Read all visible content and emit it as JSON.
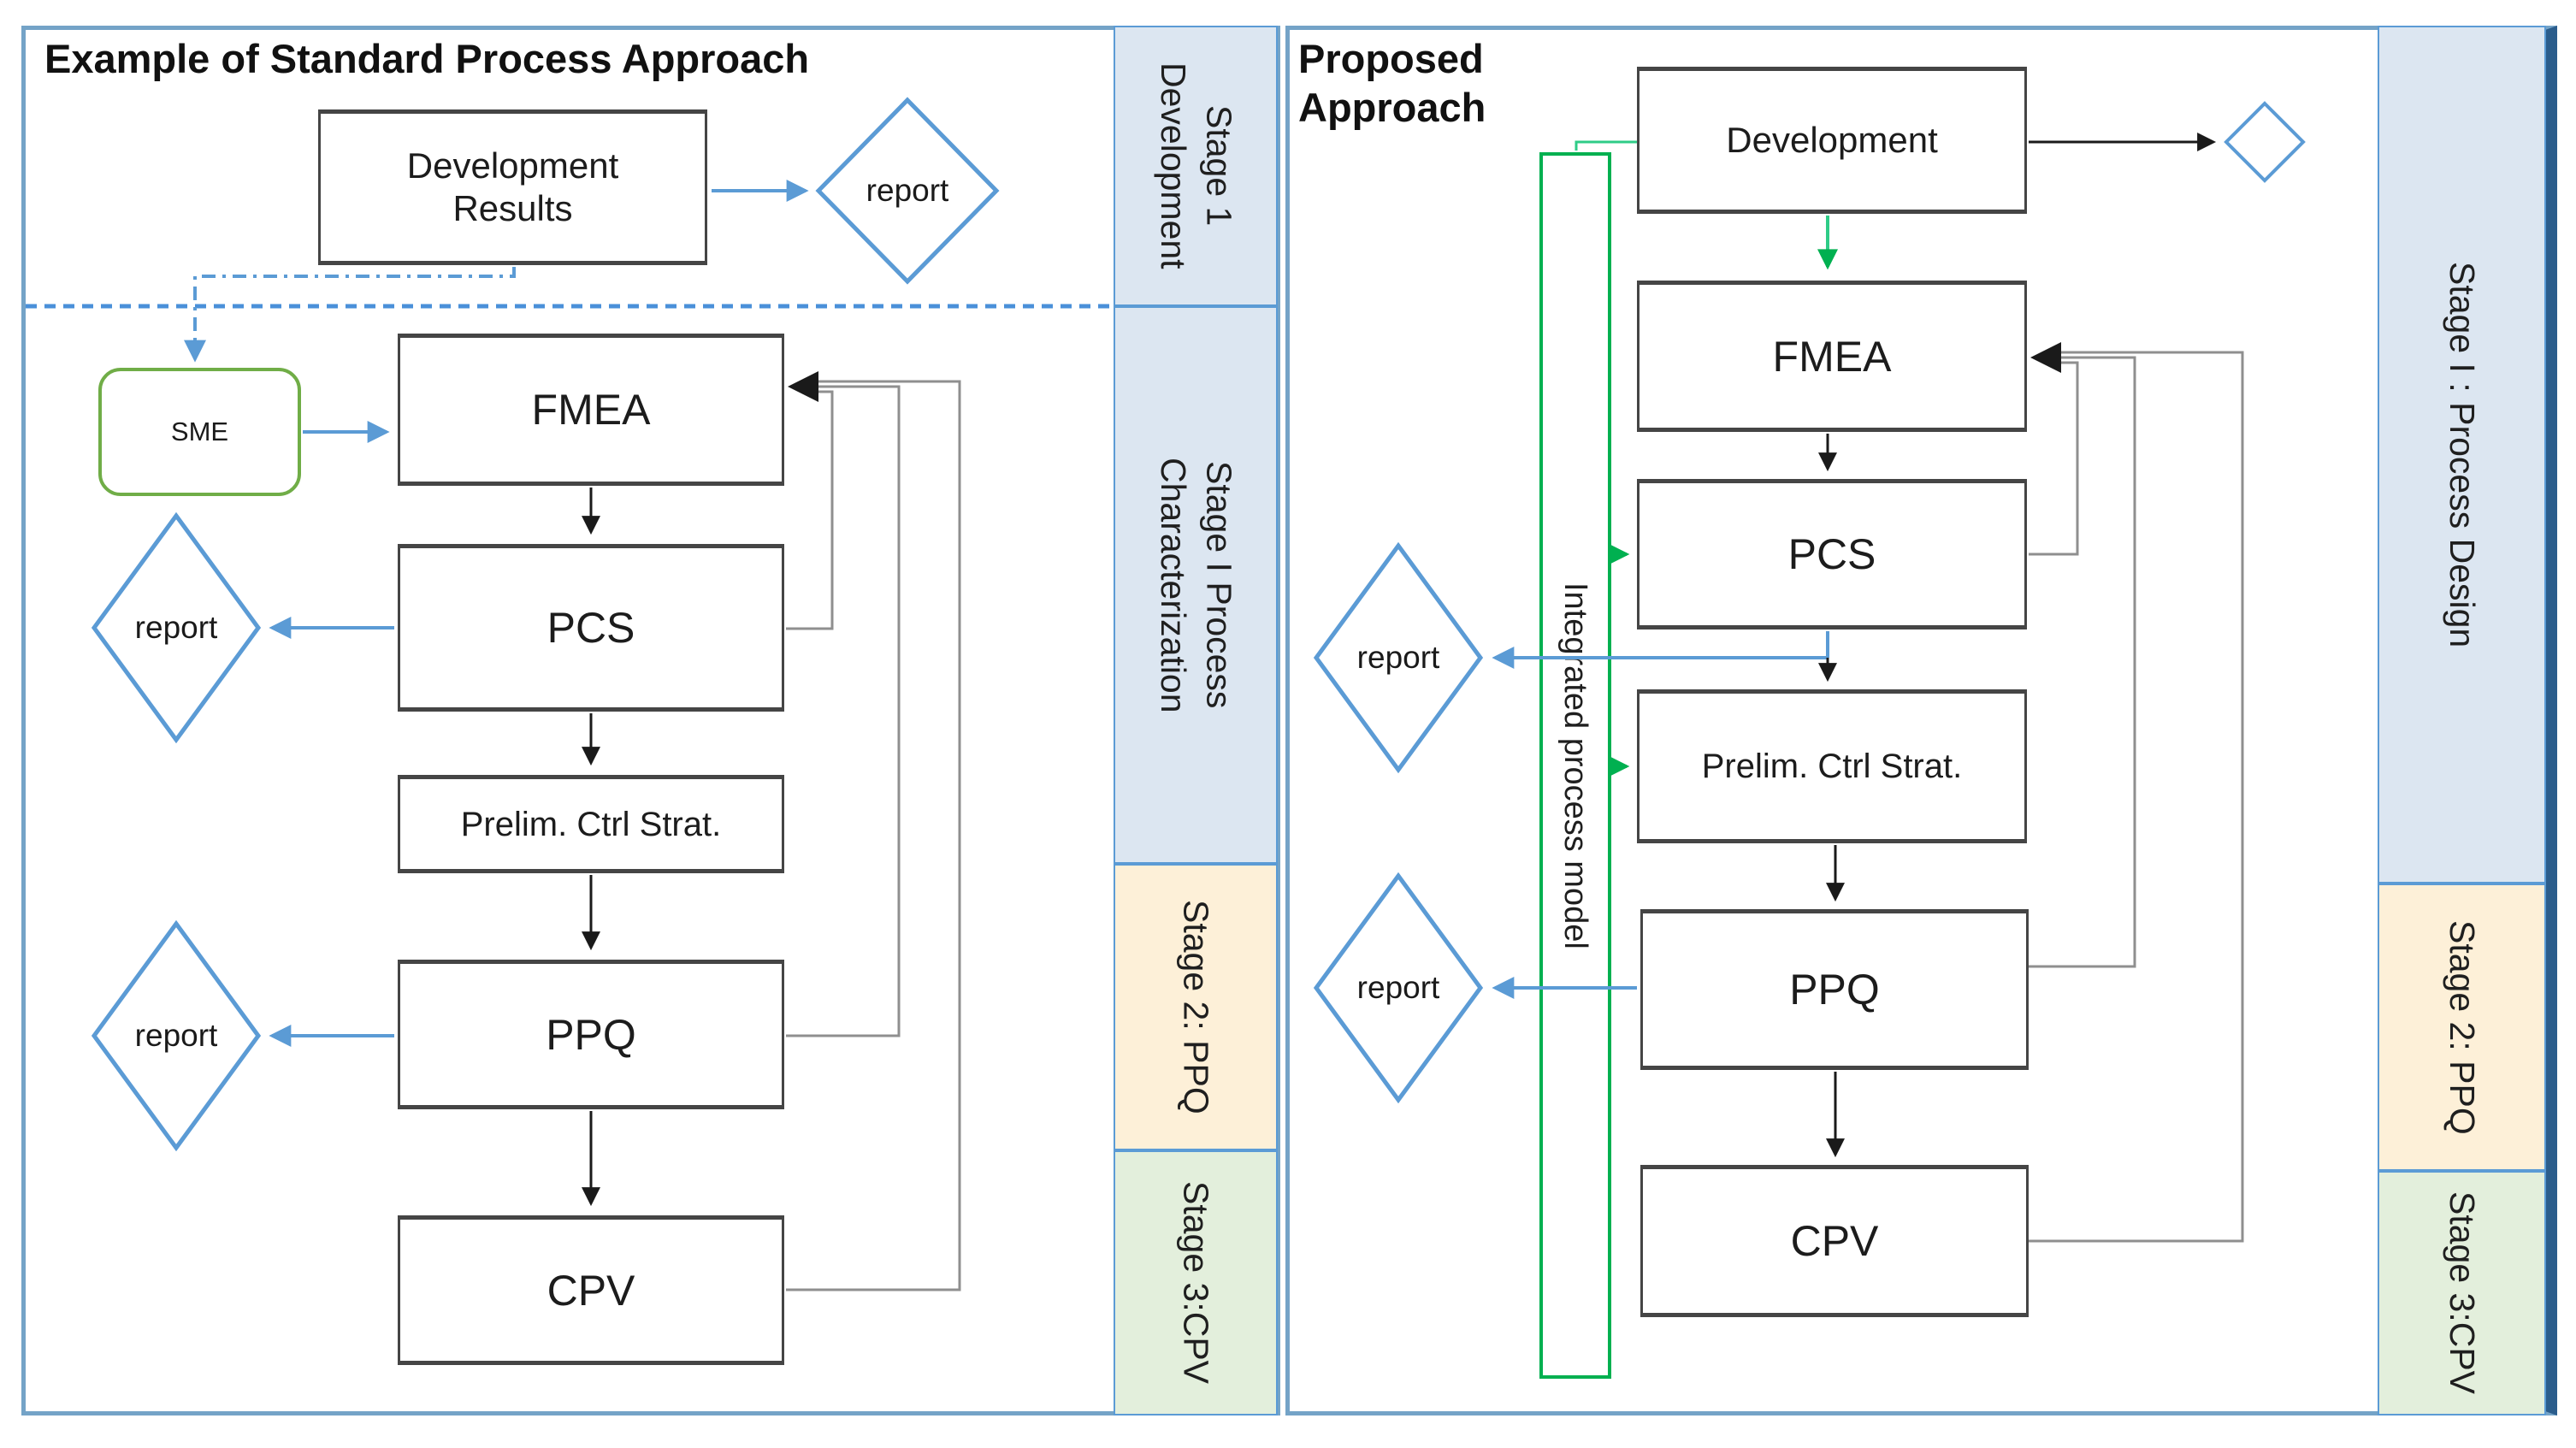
{
  "left_panel": {
    "title": "Example of Standard Process Approach",
    "nodes": {
      "development_results": "Development\nResults",
      "report_top": "report",
      "sme": "SME",
      "fmea": "FMEA",
      "report_pcs": "report",
      "pcs": "PCS",
      "prelim_ctrl_strat": "Prelim. Ctrl Strat.",
      "report_ppq": "report",
      "ppq": "PPQ",
      "cpv": "CPV"
    },
    "stages": [
      "Stage 1\nDevelopment",
      "Stage I Process\nCharacterization",
      "Stage 2: PPQ",
      "Stage 3:CPV"
    ]
  },
  "right_panel": {
    "title": "Proposed\nApproach",
    "nodes": {
      "development": "Development",
      "integrated_process_model": "Integrated process model",
      "fmea": "FMEA",
      "report_pcs": "report",
      "pcs": "PCS",
      "prelim_ctrl_strat": "Prelim. Ctrl Strat.",
      "report_ppq": "report",
      "ppq": "PPQ",
      "cpv": "CPV"
    },
    "stages": [
      "Stage I : Process Design",
      "Stage 2: PPQ",
      "Stage 3:CPV"
    ]
  },
  "colors": {
    "panel_border": "#74a3c7",
    "dark_edge": "#2b5d8c",
    "stage_blue": "#dce6f1",
    "stage_orange": "#fdf0d8",
    "stage_green": "#e3efdc",
    "band_border": "#5b9bd5",
    "box_border": "#454545",
    "sme_green": "#70ad47",
    "model_green": "#00b050",
    "arrow_blue": "#5b9bd5",
    "arrow_gray": "#8f8f8f",
    "arrow_black": "#1a1a1a"
  }
}
